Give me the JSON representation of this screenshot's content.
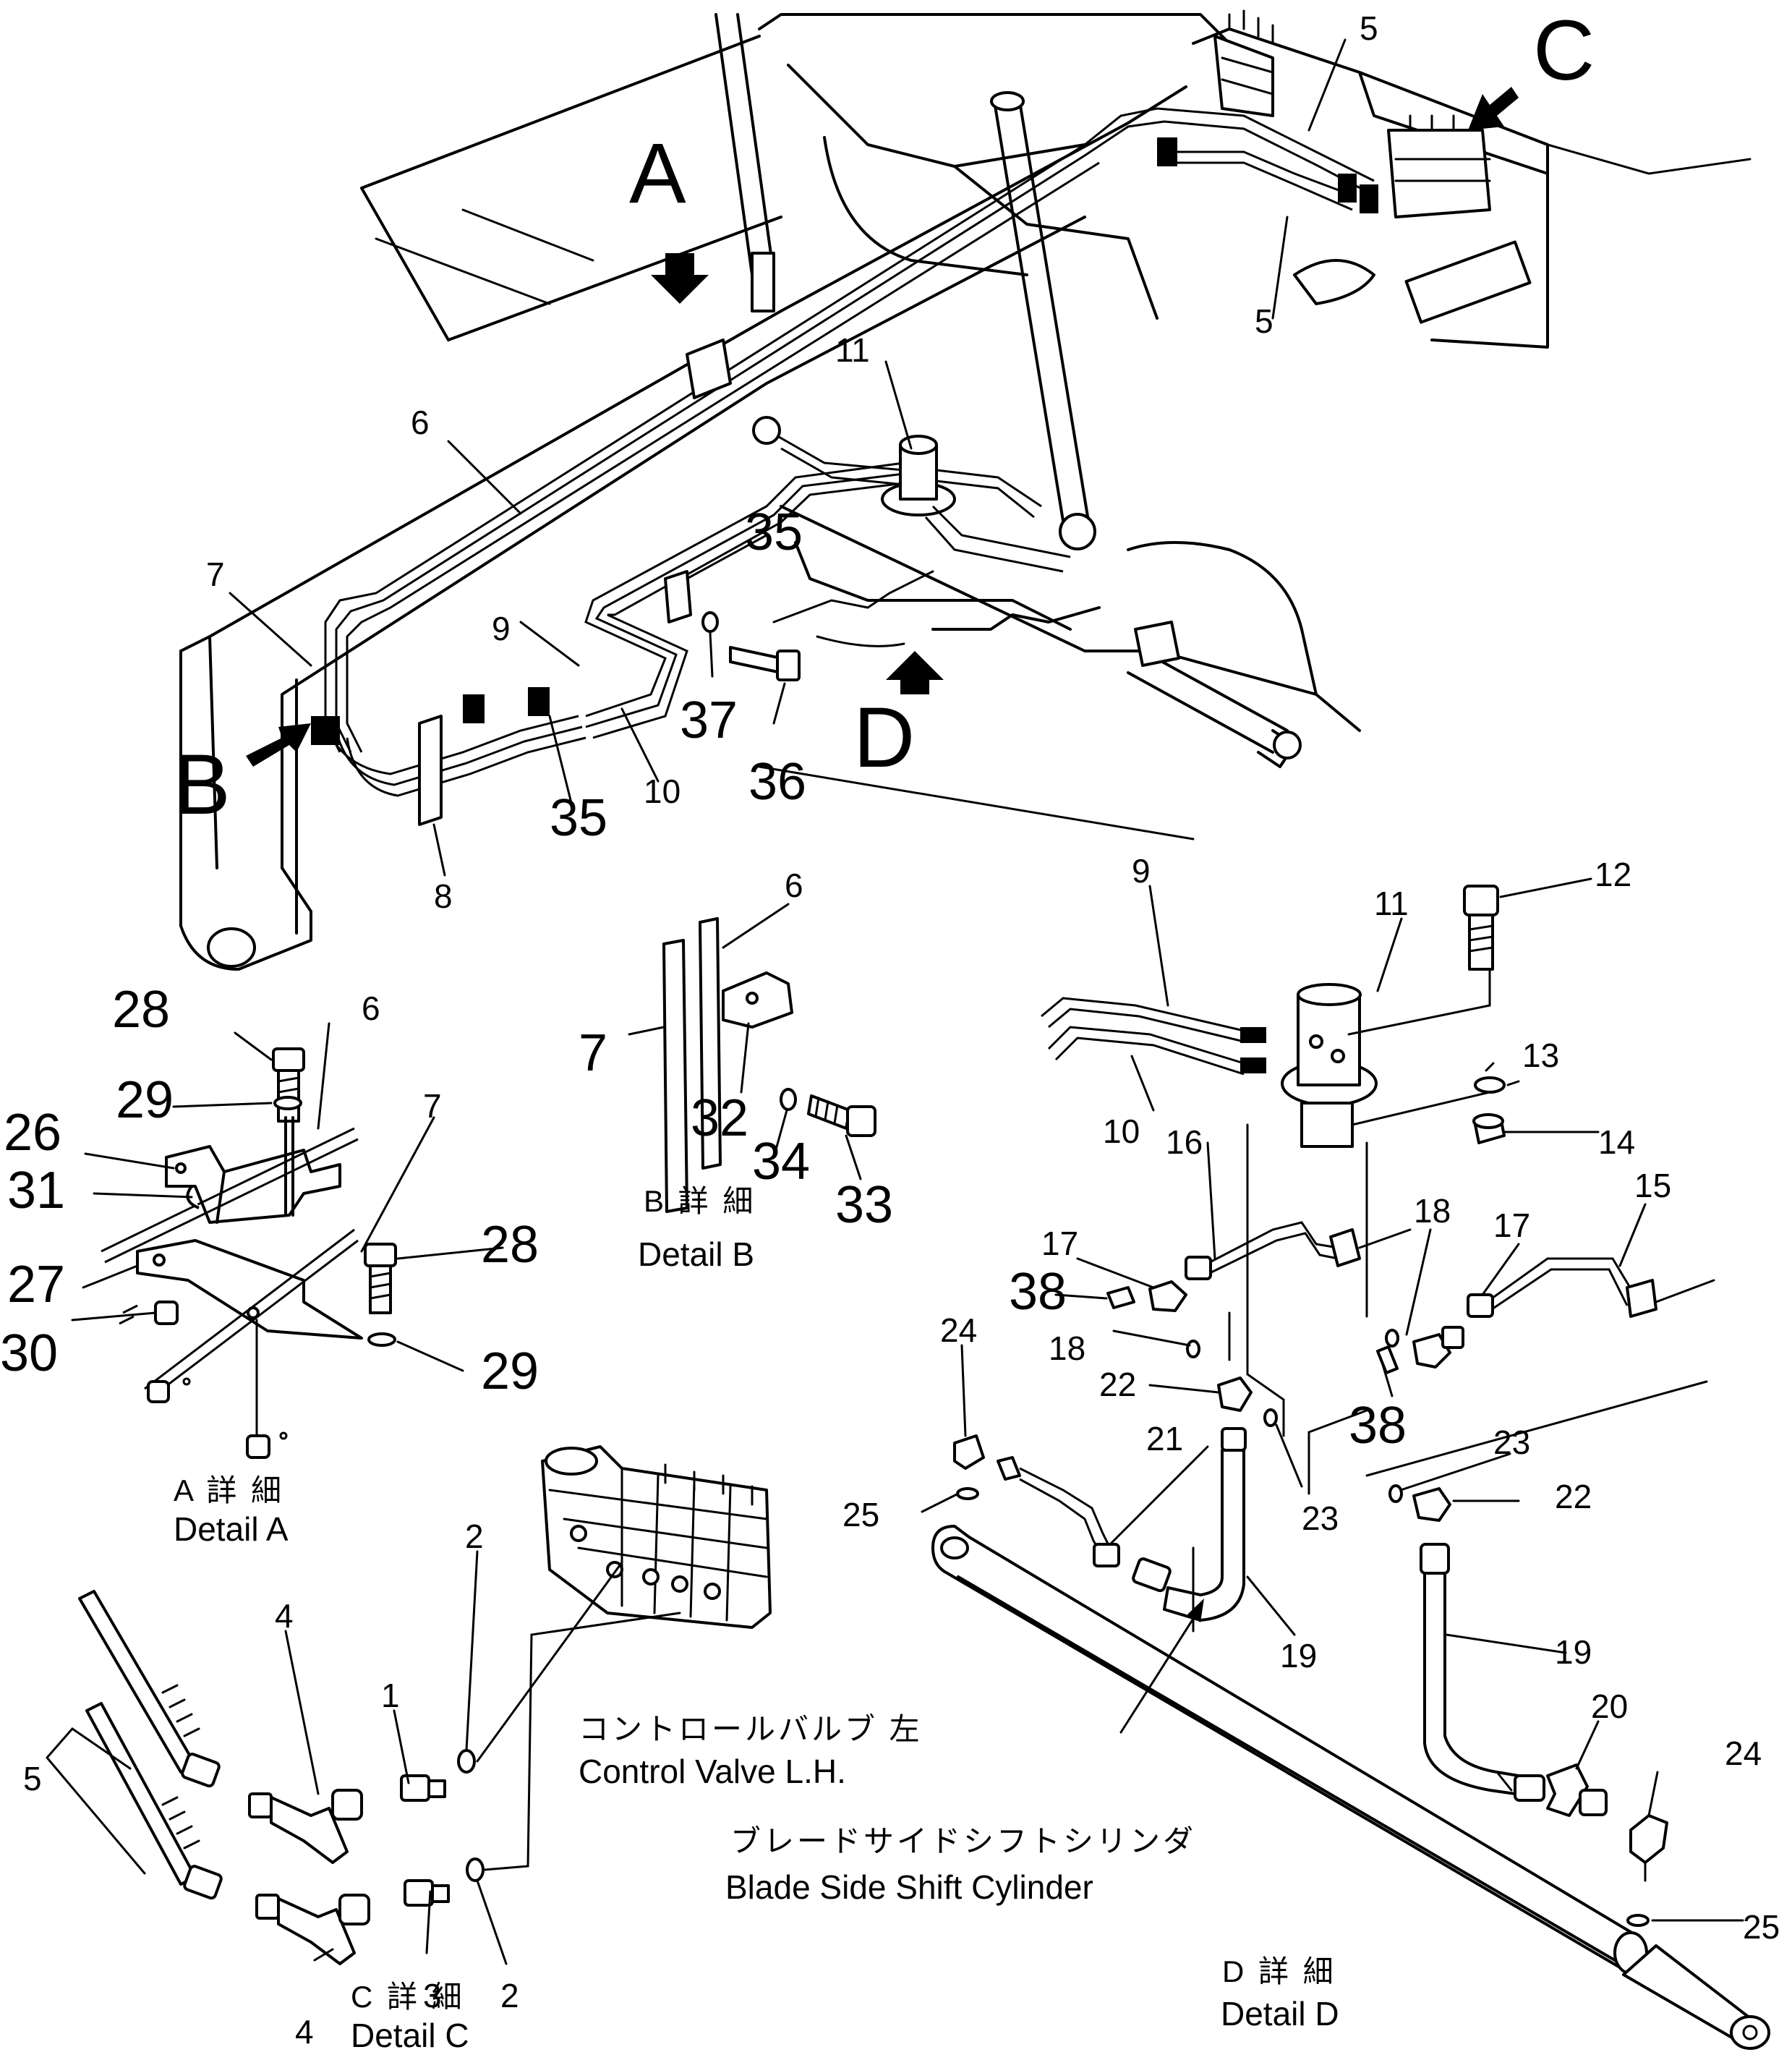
{
  "view_letters": {
    "A": "A",
    "B": "B",
    "C": "C",
    "D": "D"
  },
  "callouts": {
    "main": [
      "5",
      "5",
      "11",
      "6",
      "35",
      "7",
      "9",
      "37",
      "36",
      "35",
      "10",
      "8"
    ],
    "detail_a": [
      "28",
      "6",
      "29",
      "26",
      "31",
      "7",
      "27",
      "28",
      "30",
      "29"
    ],
    "detail_b": [
      "6",
      "7",
      "32",
      "34",
      "33"
    ],
    "detail_d": [
      "9",
      "11",
      "12",
      "13",
      "14",
      "10",
      "16",
      "18",
      "15",
      "17",
      "17",
      "38",
      "18",
      "24",
      "22",
      "21",
      "38",
      "23",
      "25",
      "23",
      "22",
      "19",
      "19",
      "20",
      "24",
      "25"
    ],
    "detail_c": [
      "2",
      "1",
      "4",
      "2",
      "3",
      "5",
      "4"
    ]
  },
  "captions": {
    "detail_a_jp": "A 詳 細",
    "detail_a_en": "Detail A",
    "detail_b_jp": "B 詳 細",
    "detail_b_en": "Detail B",
    "detail_c_jp": "C 詳 細",
    "detail_c_en": "Detail C",
    "detail_d_jp": "D 詳 細",
    "detail_d_en": "Detail D",
    "control_valve_jp": "コントロールバルブ 左",
    "control_valve_en": "Control Valve L.H.",
    "cylinder_jp": "ブレードサイドシフトシリンダ",
    "cylinder_en": "Blade Side Shift Cylinder"
  }
}
